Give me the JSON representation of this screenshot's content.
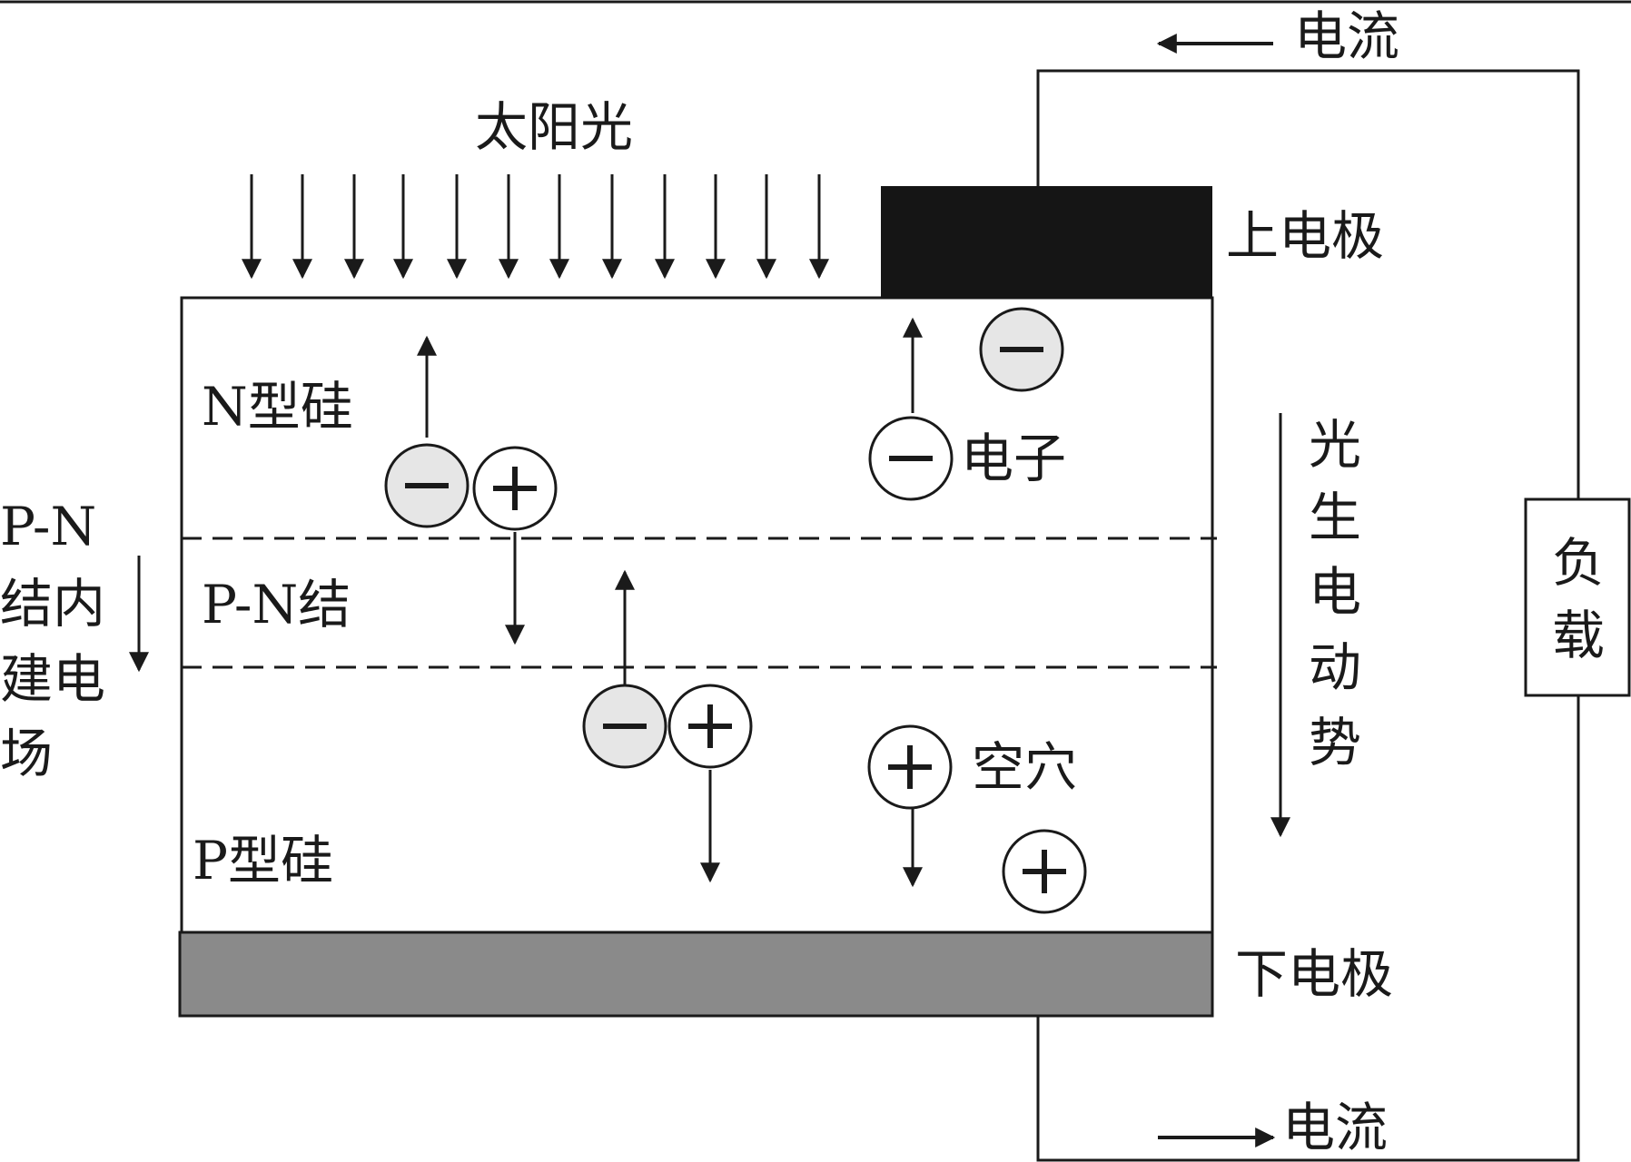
{
  "labels": {
    "sunlight": "太阳光",
    "current_top": "电流",
    "current_bottom": "电流",
    "top_electrode": "上电极",
    "bottom_electrode": "下电极",
    "n_silicon": "N型硅",
    "pn_junction": "P-N结",
    "p_silicon": "P型硅",
    "electron": "电子",
    "hole": "空穴",
    "builtin_field": [
      "P-N",
      "结内",
      "建电",
      "场"
    ],
    "photo_emf": [
      "光",
      "生",
      "电",
      "动",
      "势"
    ],
    "load": [
      "负",
      "载"
    ]
  },
  "colors": {
    "electron_fill": "#e6e6e6",
    "hole_fill": "#ffffff",
    "top_electrode": "#151515",
    "bottom_electrode": "#8a8a8a"
  }
}
